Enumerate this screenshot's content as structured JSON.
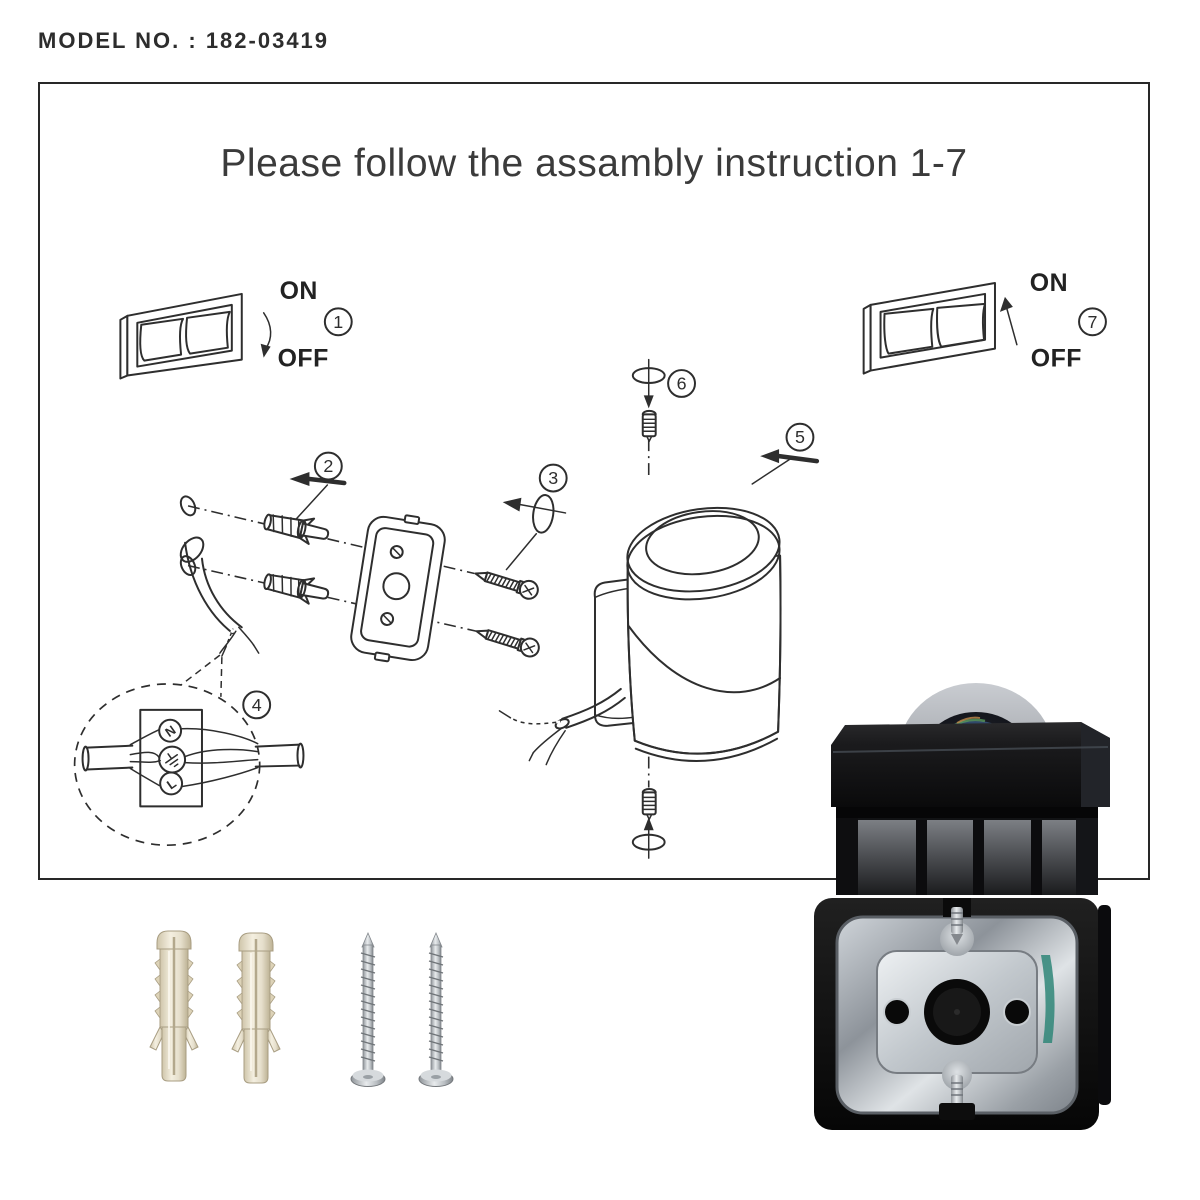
{
  "page": {
    "model_label": "MODEL NO. : 182-03419"
  },
  "instruction_box": {
    "title": "Please follow the assambly instruction 1-7"
  },
  "switch_1": {
    "on": "ON",
    "off": "OFF",
    "step": "1"
  },
  "switch_7": {
    "on": "ON",
    "off": "OFF",
    "step": "7"
  },
  "steps": {
    "2": "2",
    "3": "3",
    "4": "4",
    "5": "5",
    "6": "6"
  },
  "wiring_detail": {
    "neutral": "N",
    "live": "L"
  },
  "icons": {
    "earth": "earth-ground-icon",
    "rotate": "rotate-arrow-icon",
    "direction": "direction-arrow-icon"
  },
  "colors": {
    "line": "#2e2e2e",
    "text": "#3b3b3b",
    "anchor_plastic": "#e9e1cc",
    "screw_metal": "#b9bec2",
    "fixture_black": "#101010",
    "plate_silver": "#c9ced3",
    "lens_blue": "#27384e",
    "teal_accent": "#2f8678"
  }
}
